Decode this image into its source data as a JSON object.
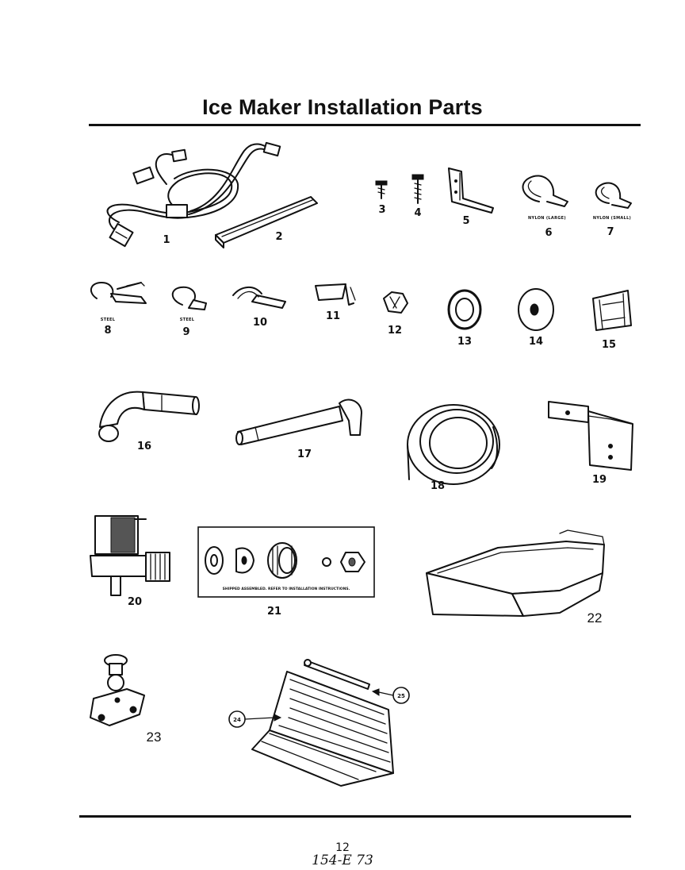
{
  "title": "Ice Maker Installation Parts",
  "parts": [
    {
      "number": "1"
    },
    {
      "number": "2"
    },
    {
      "number": "3"
    },
    {
      "number": "4"
    },
    {
      "number": "5"
    },
    {
      "number": "6",
      "label": "NYLON (LARGE)"
    },
    {
      "number": "7",
      "label": "NYLON (SMALL)"
    },
    {
      "number": "8",
      "label": "STEEL"
    },
    {
      "number": "9",
      "label": "STEEL"
    },
    {
      "number": "10"
    },
    {
      "number": "11"
    },
    {
      "number": "12"
    },
    {
      "number": "13"
    },
    {
      "number": "14"
    },
    {
      "number": "15"
    },
    {
      "number": "16"
    },
    {
      "number": "17"
    },
    {
      "number": "18"
    },
    {
      "number": "19"
    },
    {
      "number": "20"
    },
    {
      "number": "21",
      "note": "SHIPPED ASSEMBLED. REFER TO INSTALLATION INSTRUCTIONS."
    },
    {
      "number": "22"
    },
    {
      "number": "23"
    },
    {
      "number": "24"
    },
    {
      "number": "25"
    }
  ],
  "footer": {
    "page_number": "12",
    "ref_code": "154-E 73"
  }
}
